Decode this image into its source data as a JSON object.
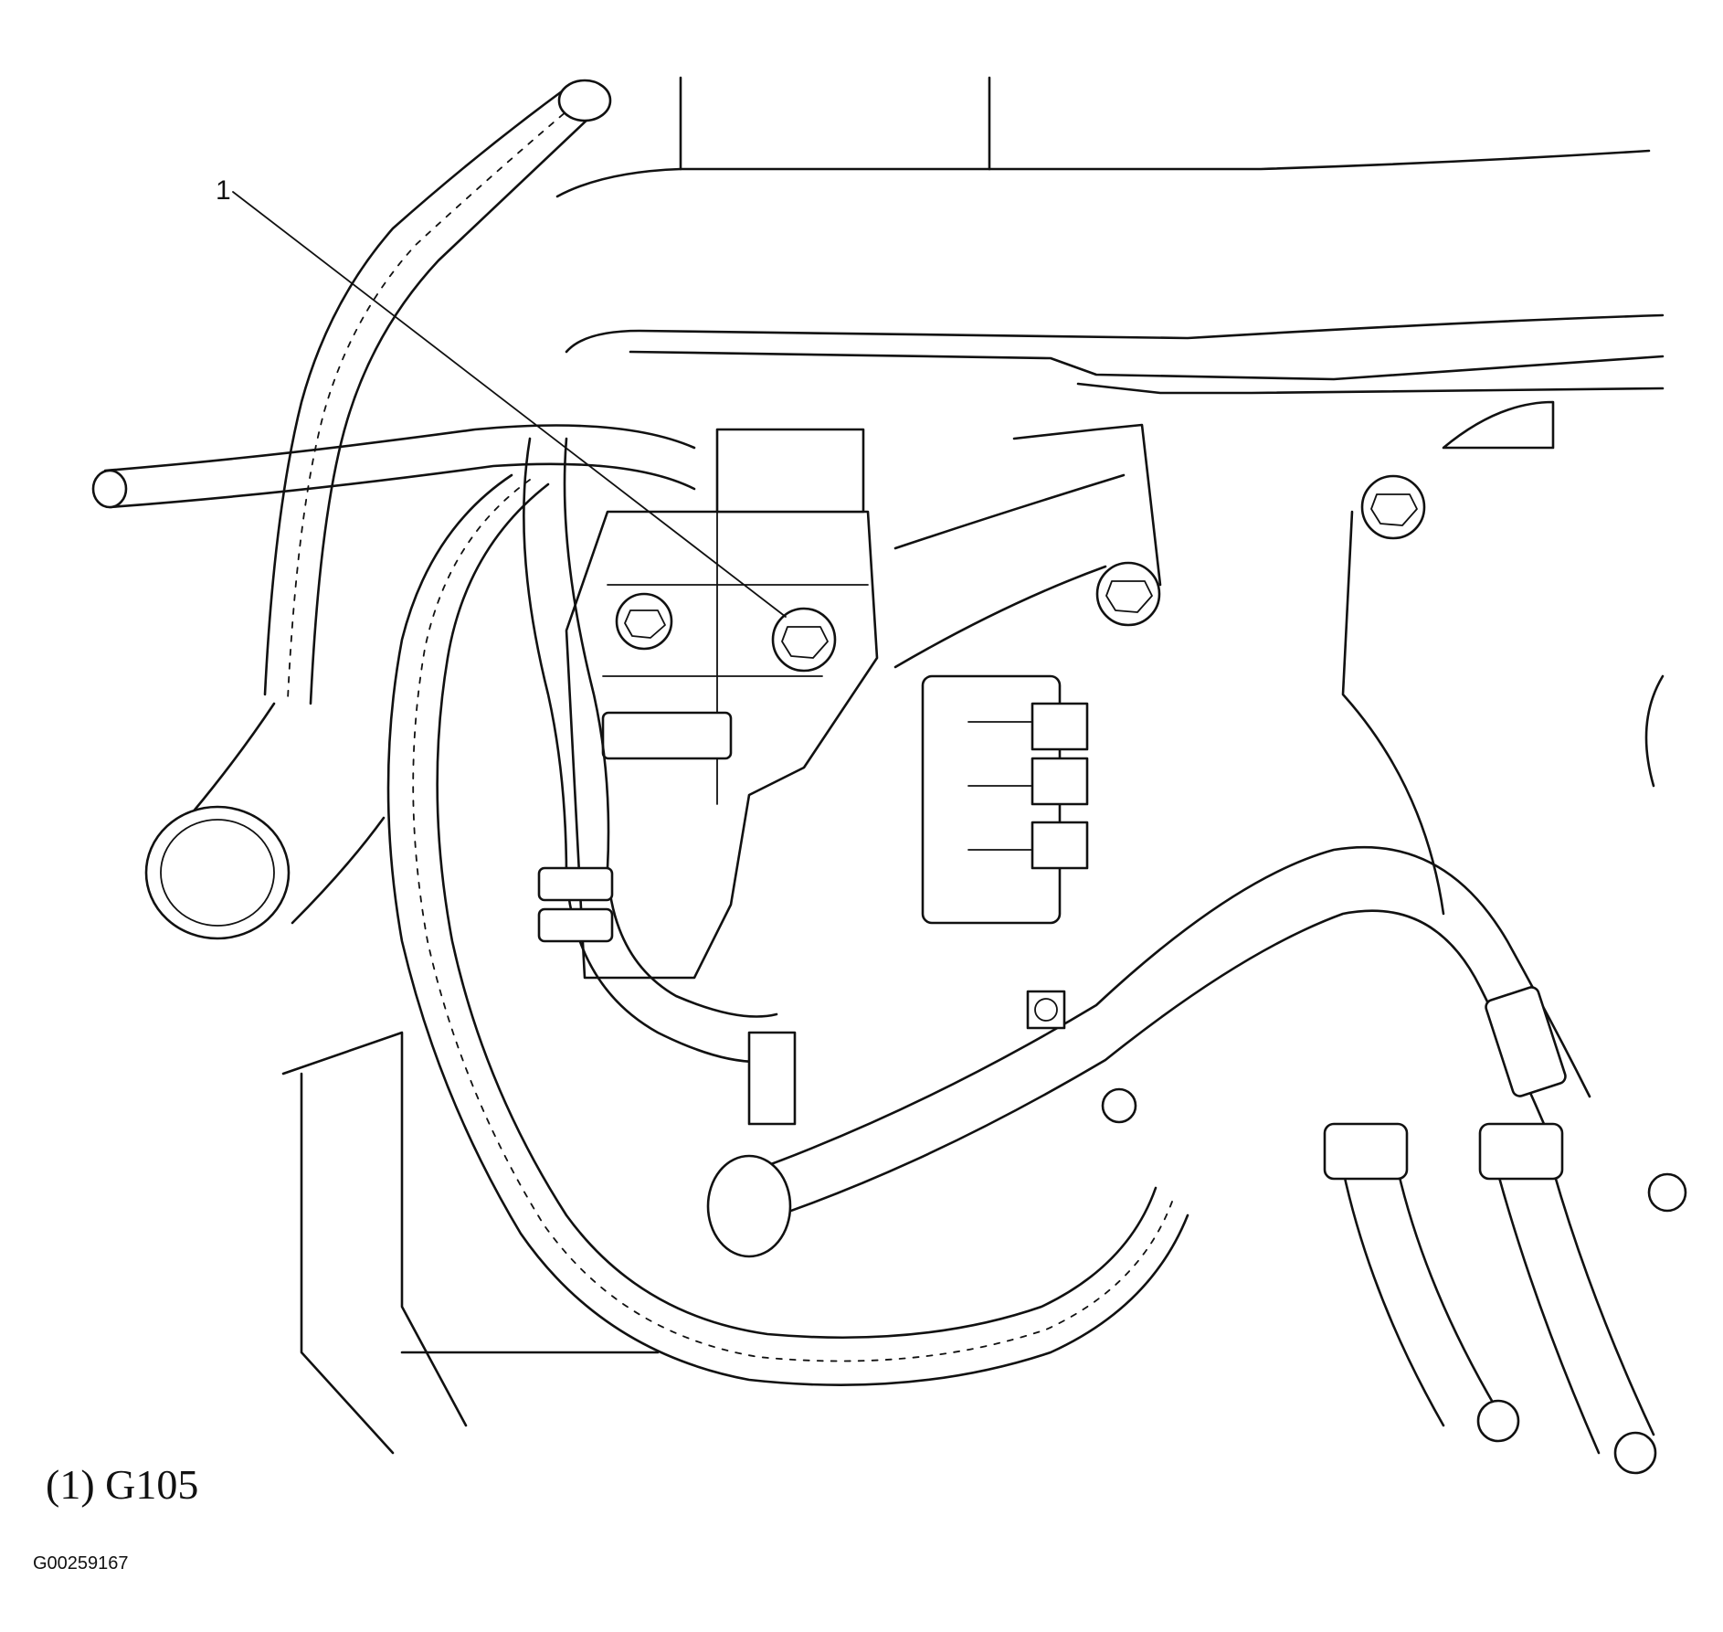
{
  "callouts": [
    {
      "number": "1"
    }
  ],
  "legend": {
    "caption": "(1) G105"
  },
  "figure_id": "G00259167"
}
